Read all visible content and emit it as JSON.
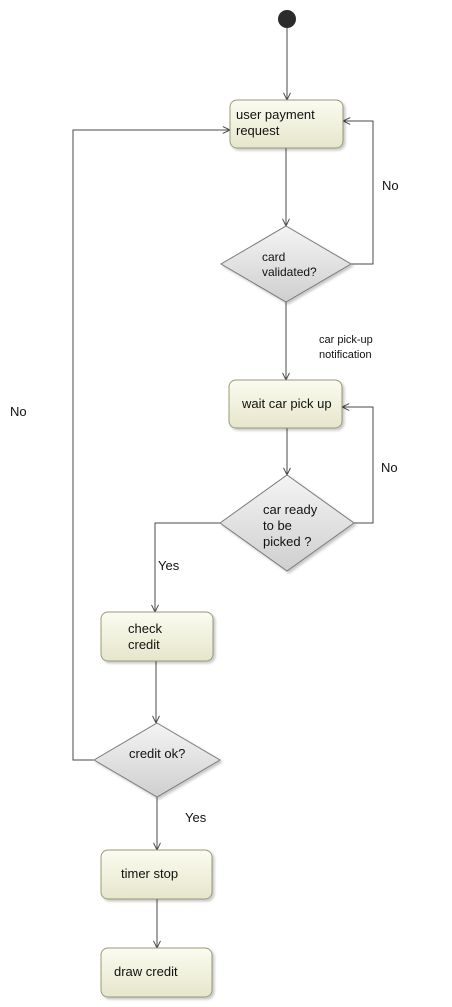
{
  "diagram": {
    "type": "activity",
    "nodes": {
      "start": {
        "kind": "initial"
      },
      "user_payment_request": {
        "kind": "action",
        "lines": [
          "user payment",
          "request"
        ]
      },
      "card_validated": {
        "kind": "decision",
        "lines": [
          "card",
          "validated?"
        ]
      },
      "wait_car_pick_up": {
        "kind": "action",
        "lines": [
          "wait car pick up"
        ]
      },
      "car_ready": {
        "kind": "decision",
        "lines": [
          "car ready",
          "to be",
          "picked ?"
        ]
      },
      "check_credit": {
        "kind": "action",
        "lines": [
          "check",
          "credit"
        ]
      },
      "credit_ok": {
        "kind": "decision",
        "lines": [
          "credit ok?"
        ]
      },
      "timer_stop": {
        "kind": "action",
        "lines": [
          "timer stop"
        ]
      },
      "draw_credit": {
        "kind": "action",
        "lines": [
          "draw credit"
        ]
      }
    },
    "edges": {
      "start_to_request": {
        "from": "start",
        "to": "user_payment_request",
        "label": []
      },
      "request_to_card": {
        "from": "user_payment_request",
        "to": "card_validated",
        "label": []
      },
      "card_no": {
        "from": "card_validated",
        "to": "user_payment_request",
        "label": [
          "No"
        ]
      },
      "card_yes": {
        "from": "card_validated",
        "to": "wait_car_pick_up",
        "label": [
          "car pick-up",
          "notification"
        ]
      },
      "wait_to_ready": {
        "from": "wait_car_pick_up",
        "to": "car_ready",
        "label": []
      },
      "ready_no": {
        "from": "car_ready",
        "to": "wait_car_pick_up",
        "label": [
          "No"
        ]
      },
      "ready_yes": {
        "from": "car_ready",
        "to": "check_credit",
        "label": [
          "Yes"
        ]
      },
      "check_to_ok": {
        "from": "check_credit",
        "to": "credit_ok",
        "label": []
      },
      "ok_no": {
        "from": "credit_ok",
        "to": "user_payment_request",
        "label": [
          "No"
        ]
      },
      "ok_yes": {
        "from": "credit_ok",
        "to": "timer_stop",
        "label": [
          "Yes"
        ]
      },
      "timer_to_draw": {
        "from": "timer_stop",
        "to": "draw_credit",
        "label": []
      }
    },
    "colors": {
      "action_fill_top": "#fbfbf0",
      "action_fill_bottom": "#e6e6cc",
      "action_stroke": "#9a9a78",
      "decision_fill_top": "#f4f4f4",
      "decision_fill_bottom": "#cfcfcf",
      "decision_stroke": "#7a7a7a",
      "line": "#4a4a4a",
      "initial": "#2b2b2b"
    }
  }
}
